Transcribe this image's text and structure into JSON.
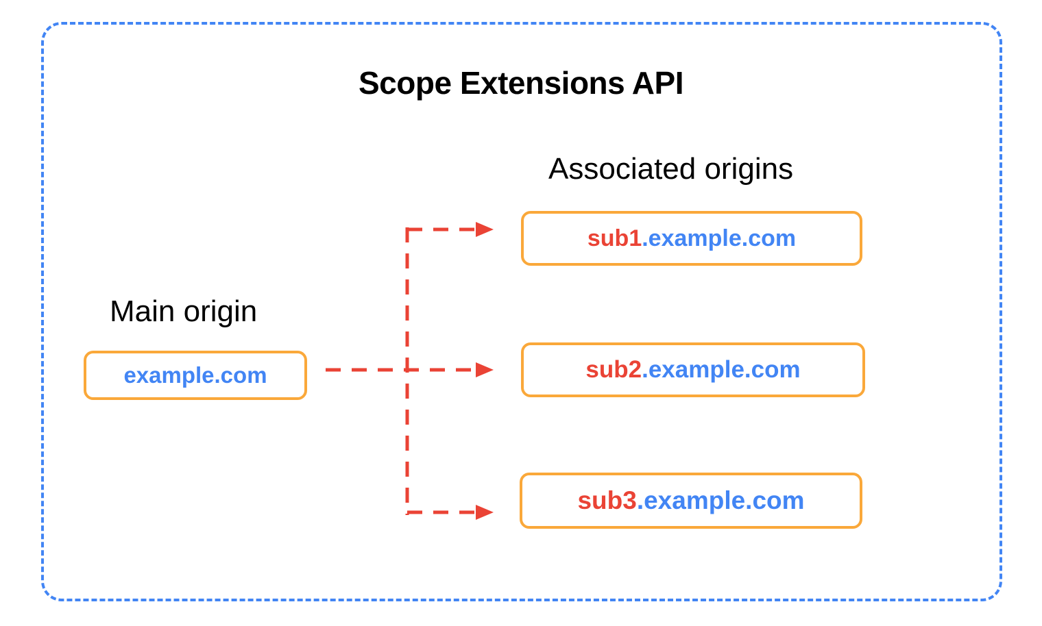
{
  "diagram": {
    "title": "Scope Extensions API",
    "frame_border_color": "#4285F4",
    "box_border_color": "#FAA83A",
    "arrow_color": "#EA4335"
  },
  "main_origin": {
    "label": "Main origin",
    "value": "example.com",
    "value_color": "#4285F4"
  },
  "associated_origins": {
    "label": "Associated origins",
    "items": [
      {
        "sub": "sub1",
        "domain": ".example.com",
        "full": "sub1.example.com"
      },
      {
        "sub": "sub2",
        "domain": ".example.com",
        "full": "sub2.example.com"
      },
      {
        "sub": "sub3",
        "domain": ".example.com",
        "full": "sub3.example.com"
      }
    ],
    "sub_color": "#EA4335",
    "domain_color": "#4285F4"
  },
  "connectors": {
    "style": "dashed-arrow",
    "color": "#EA4335",
    "description": "example.com branches to sub1, sub2 and sub3"
  }
}
